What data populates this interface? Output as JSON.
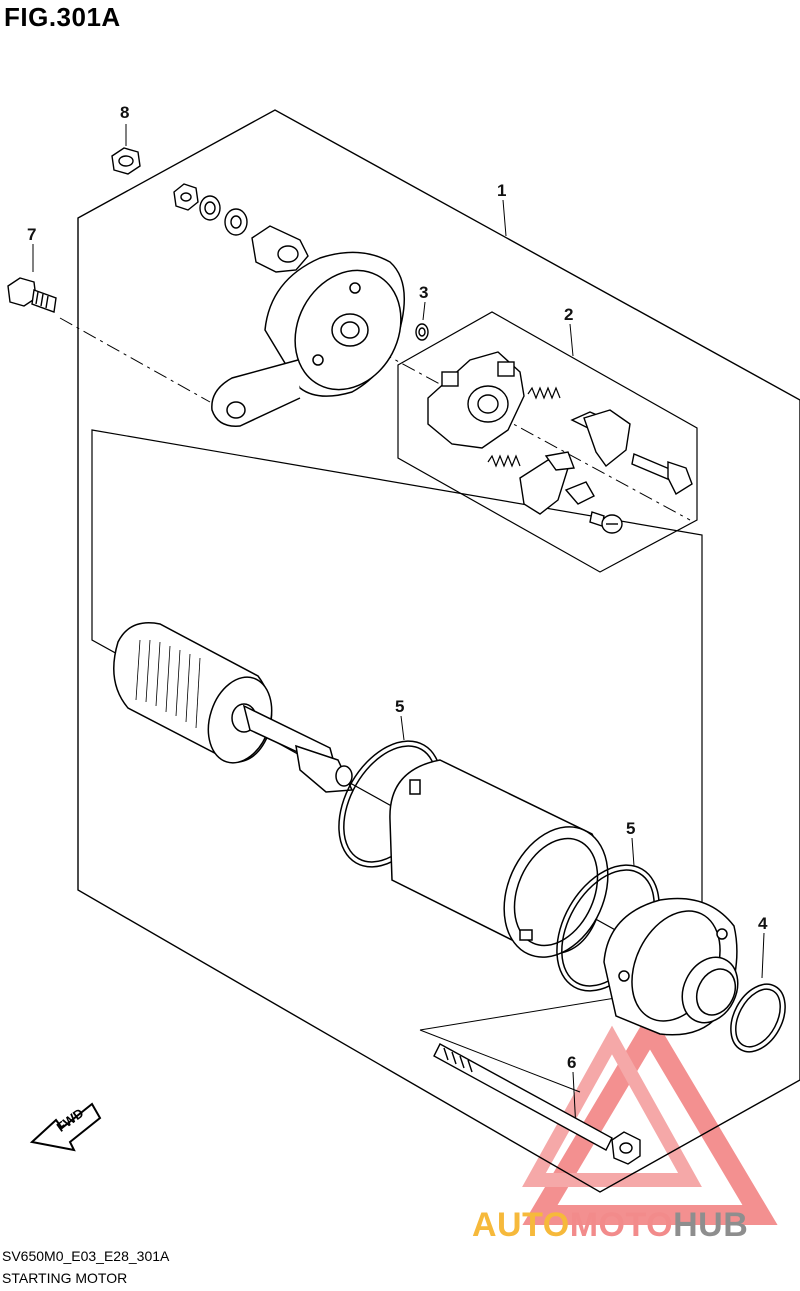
{
  "figure": {
    "title": "FIG.301A"
  },
  "callouts": [
    {
      "id": "c8",
      "label": "8"
    },
    {
      "id": "c7",
      "label": "7"
    },
    {
      "id": "c1",
      "label": "1"
    },
    {
      "id": "c3",
      "label": "3"
    },
    {
      "id": "c2",
      "label": "2"
    },
    {
      "id": "c5a",
      "label": "5"
    },
    {
      "id": "c5b",
      "label": "5"
    },
    {
      "id": "c4",
      "label": "4"
    },
    {
      "id": "c6",
      "label": "6"
    }
  ],
  "direction_marker": {
    "label": "FWD"
  },
  "footer": {
    "code": "SV650M0_E03_E28_301A",
    "name": "STARTING MOTOR"
  },
  "watermark": {
    "part1": "AUTO",
    "part2": "MOTO",
    "part3": "HUB",
    "colors": {
      "auto": "#f6b93b",
      "moto": "#f28b8b",
      "hub": "#8e8e8e",
      "triangle": "#ef6b6b"
    }
  },
  "colors": {
    "line": "#000000",
    "background": "#ffffff"
  }
}
